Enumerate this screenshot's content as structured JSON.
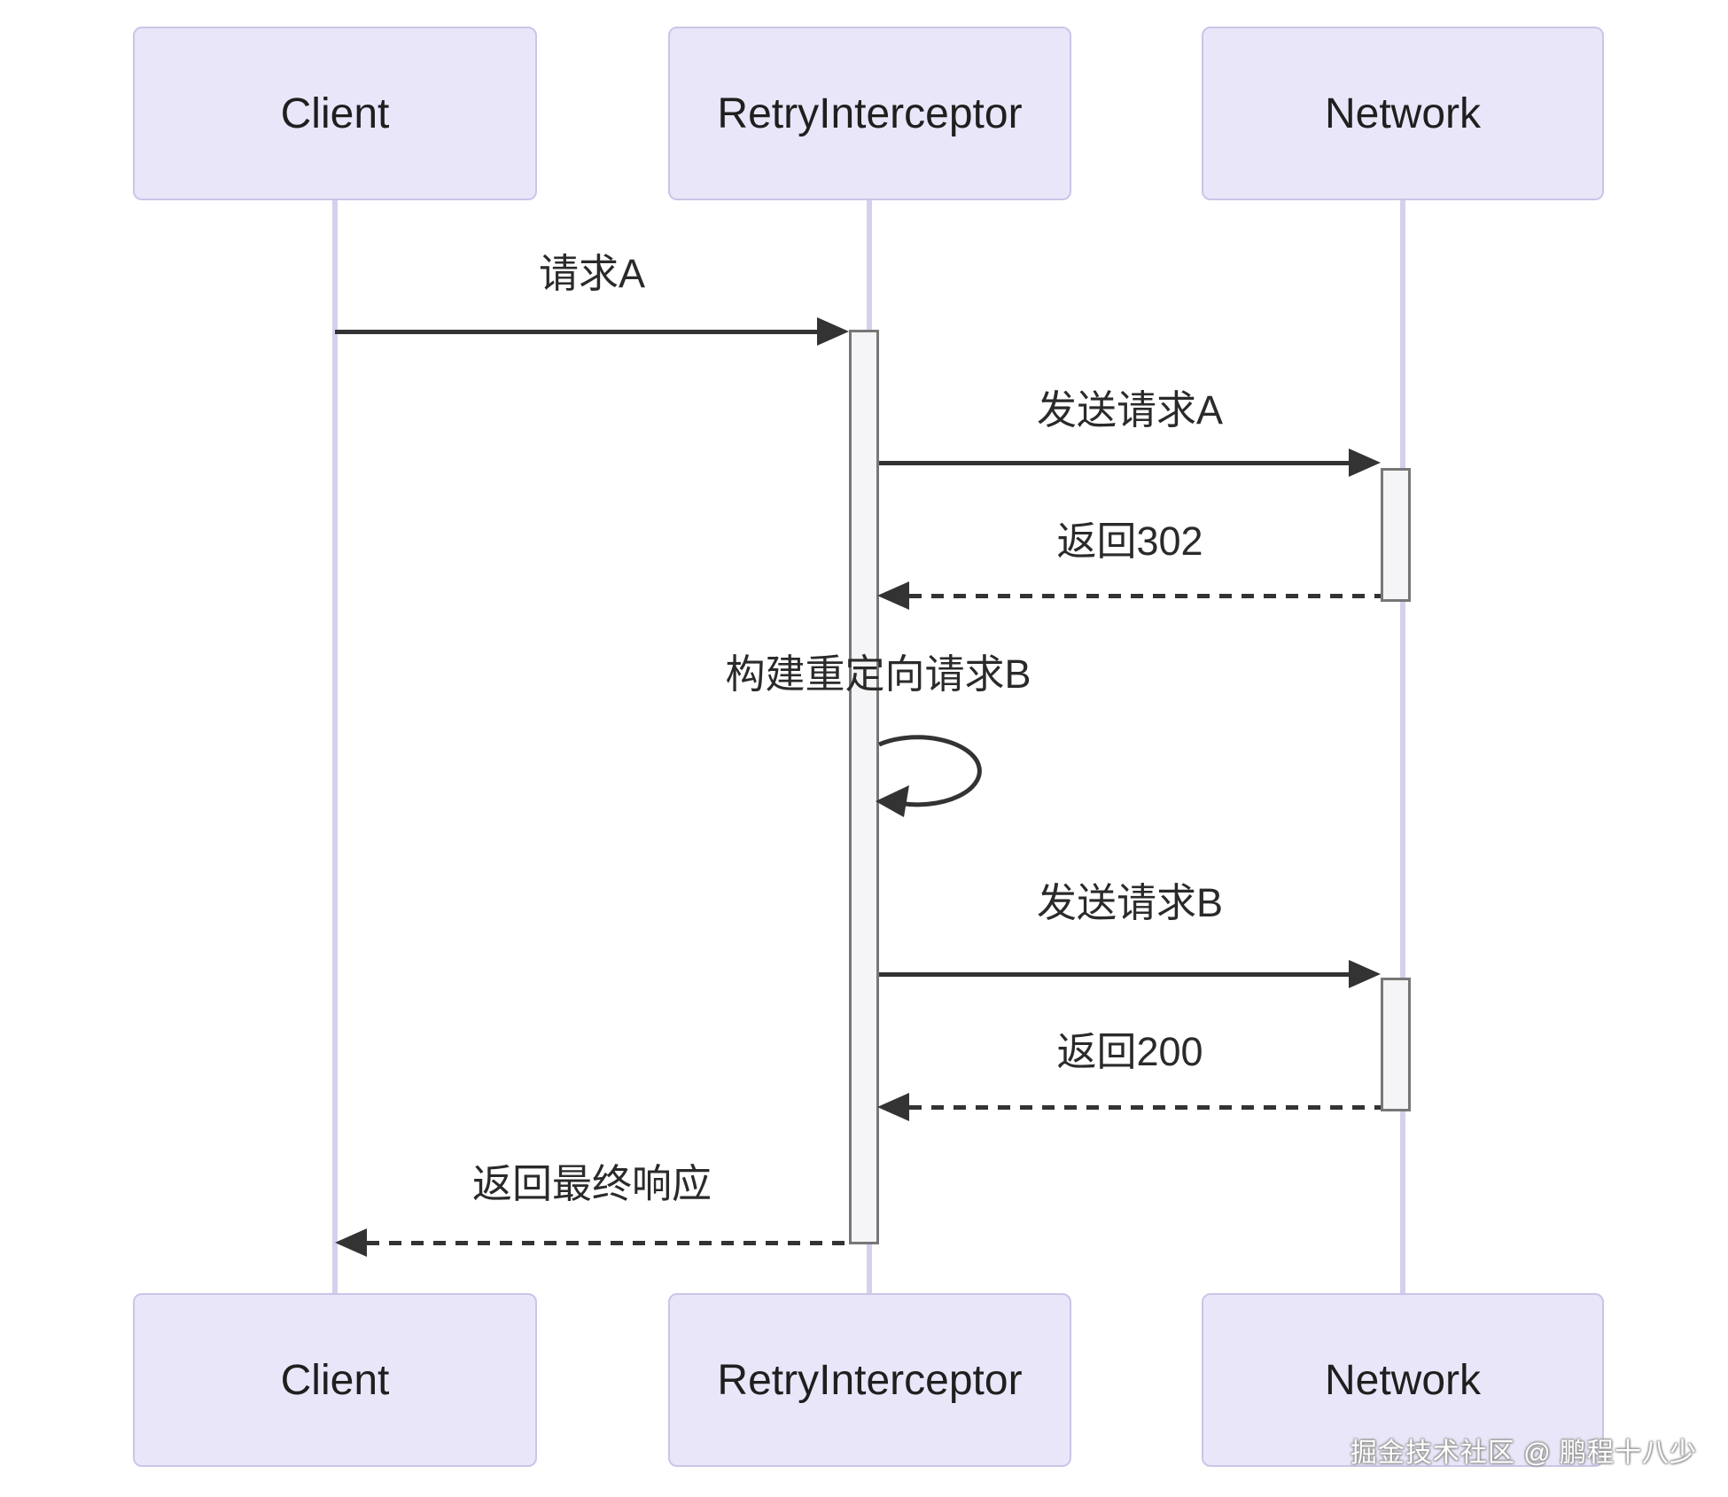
{
  "diagram": {
    "type": "sequence-diagram",
    "participants": [
      {
        "id": "client",
        "label": "Client"
      },
      {
        "id": "retry_interceptor",
        "label": "RetryInterceptor"
      },
      {
        "id": "network",
        "label": "Network"
      }
    ],
    "messages": [
      {
        "seq": 1,
        "from": "Client",
        "to": "RetryInterceptor",
        "label": "请求A",
        "line": "solid"
      },
      {
        "seq": 2,
        "from": "RetryInterceptor",
        "to": "Network",
        "label": "发送请求A",
        "line": "solid"
      },
      {
        "seq": 3,
        "from": "Network",
        "to": "RetryInterceptor",
        "label": "返回302",
        "line": "dashed"
      },
      {
        "seq": 4,
        "from": "RetryInterceptor",
        "to": "RetryInterceptor",
        "label": "构建重定向请求B",
        "line": "self-loop"
      },
      {
        "seq": 5,
        "from": "RetryInterceptor",
        "to": "Network",
        "label": "发送请求B",
        "line": "solid"
      },
      {
        "seq": 6,
        "from": "Network",
        "to": "RetryInterceptor",
        "label": "返回200",
        "line": "dashed"
      },
      {
        "seq": 7,
        "from": "RetryInterceptor",
        "to": "Client",
        "label": "返回最终响应",
        "line": "dashed"
      }
    ],
    "colors": {
      "participant_fill": "#E9E6F9",
      "participant_border": "#CBC5E8",
      "lifeline": "#D6CFED",
      "activation_fill": "#F5F4F6",
      "activation_border": "#777777",
      "arrow": "#333333",
      "text": "#1F1F1F"
    },
    "watermark": "掘金技术社区 @ 鹏程十八少"
  }
}
